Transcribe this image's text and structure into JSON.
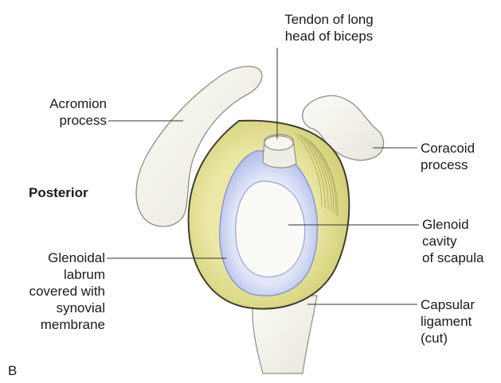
{
  "labels": {
    "tendon_line1": "Tendon of long",
    "tendon_line2": "head of biceps",
    "acromion_line1": "Acromion",
    "acromion_line2": "process",
    "coracoid_line1": "Coracoid",
    "coracoid_line2": "process",
    "posterior": "Posterior",
    "glenoid_line1": "Glenoid",
    "glenoid_line2": "cavity",
    "glenoid_line3": "of scapula",
    "labrum_line1": "Glenoidal",
    "labrum_line2": "labrum",
    "labrum_line3": "covered with",
    "labrum_line4": "synovial",
    "labrum_line5": "membrane",
    "capsular_line1": "Capsular",
    "capsular_line2": "ligament",
    "capsular_line3": "(cut)",
    "panel_letter": "B"
  },
  "colors": {
    "bone_fill": "#f4f3ec",
    "bone_stroke": "#8f8e86",
    "capsule_fill": "#dcd98a",
    "capsule_stroke": "#3f3e30",
    "labrum_fill": "#b9c3ec",
    "cavity_fill": "#fafaf6",
    "leader_line": "#333333"
  }
}
